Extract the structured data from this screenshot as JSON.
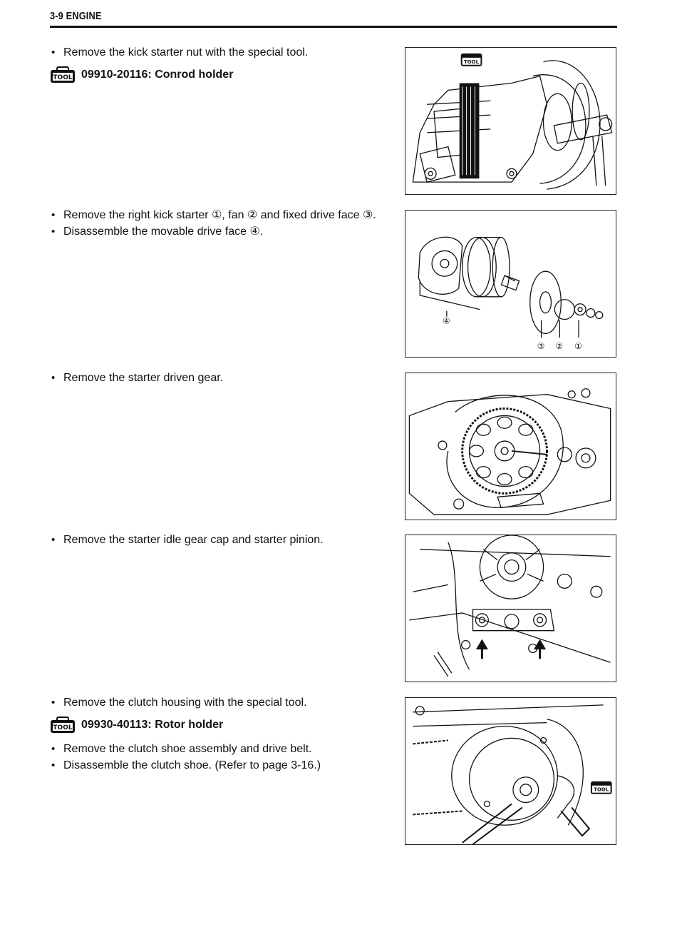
{
  "header": {
    "title": "3-9 ENGINE"
  },
  "sections": [
    {
      "bullets_before": [
        "Remove the kick starter nut with the special tool."
      ],
      "tool": {
        "icon": "tool-icon",
        "text": "09910-20116: Conrod holder"
      },
      "figure": {
        "tool_badge": "TOOL"
      }
    },
    {
      "bullets_before": [
        "Remove the right kick starter ①, fan ② and fixed drive face ③.",
        "Disassemble the movable drive face ④."
      ],
      "figure": {
        "callouts": [
          "④",
          "③",
          "②",
          "①"
        ]
      }
    },
    {
      "bullets_before": [
        "Remove the starter driven gear."
      ]
    },
    {
      "bullets_before": [
        "Remove the starter idle gear cap and starter pinion."
      ]
    },
    {
      "bullets_before": [
        "Remove the clutch housing with the special tool."
      ],
      "tool": {
        "icon": "tool-icon",
        "text": "09930-40113: Rotor holder"
      },
      "bullets_after": [
        "Remove the clutch shoe assembly and drive belt.",
        "Disassemble the clutch shoe. (Refer to page 3-16.)"
      ],
      "figure": {
        "tool_badge": "TOOL"
      }
    }
  ]
}
